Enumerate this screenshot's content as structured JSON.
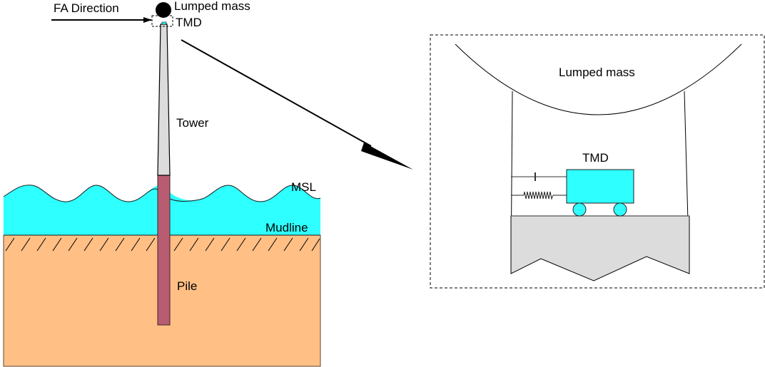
{
  "labels": {
    "fa_direction": "FA Direction",
    "lumped_mass_top": "Lumped mass",
    "tmd_top": "TMD",
    "tower": "Tower",
    "msl": "MSL",
    "mudline": "Mudline",
    "pile": "Pile",
    "detail_lumped_mass": "Lumped mass",
    "detail_tmd": "TMD"
  },
  "colors": {
    "water": "#2effff",
    "soil": "#ffbf85",
    "pile": "#b85c72",
    "tower": "#dcdcdc",
    "platform": "#dcdcdc",
    "tmd_box": "#2effff",
    "mass": "#000000"
  }
}
